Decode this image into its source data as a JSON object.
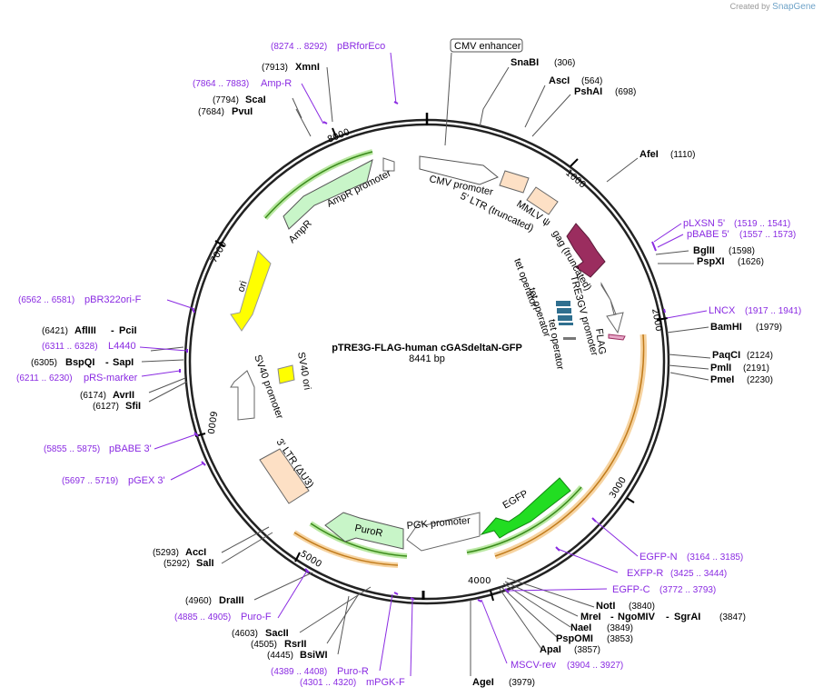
{
  "credit": {
    "created_by": "Created by",
    "app": "SnapGene"
  },
  "plasmid": {
    "name": "pTRE3G-FLAG-human cGASdeltaN-GFP",
    "size": "8441 bp"
  },
  "ticks": [
    "1000",
    "2000",
    "3000",
    "4000",
    "5000",
    "6000",
    "7000",
    "8000"
  ],
  "sites": [
    {
      "name": "SnaBI",
      "pos": "(306)"
    },
    {
      "name": "AscI",
      "pos": "(564)"
    },
    {
      "name": "PshAI",
      "pos": "(698)"
    },
    {
      "name": "AfeI",
      "pos": "(1110)"
    },
    {
      "name": "BglII",
      "pos": "(1598)"
    },
    {
      "name": "PspXI",
      "pos": "(1626)"
    },
    {
      "name": "BamHI",
      "pos": "(1979)"
    },
    {
      "name": "PaqCI",
      "pos": "(2124)"
    },
    {
      "name": "PmlI",
      "pos": "(2191)"
    },
    {
      "name": "PmeI",
      "pos": "(2230)"
    },
    {
      "name": "NotI",
      "pos": "(3840)"
    },
    {
      "name": "MreI",
      "pos": ""
    },
    {
      "name": "NgoMIV",
      "pos": ""
    },
    {
      "name": "SgrAI",
      "pos": "(3847)"
    },
    {
      "name": "NaeI",
      "pos": "(3849)"
    },
    {
      "name": "PspOMI",
      "pos": "(3853)"
    },
    {
      "name": "ApaI",
      "pos": "(3857)"
    },
    {
      "name": "AgeI",
      "pos": "(3979)"
    },
    {
      "name": "BsiWI",
      "pos": "(4445)"
    },
    {
      "name": "RsrII",
      "pos": "(4505)"
    },
    {
      "name": "SacII",
      "pos": "(4603)"
    },
    {
      "name": "DraIII",
      "pos": "(4960)"
    },
    {
      "name": "SalI",
      "pos": "(5292)"
    },
    {
      "name": "AccI",
      "pos": "(5293)"
    },
    {
      "name": "SfiI",
      "pos": "(6127)"
    },
    {
      "name": "AvrII",
      "pos": "(6174)"
    },
    {
      "name": "BspQI",
      "pos": "(6305)"
    },
    {
      "name": "SapI",
      "pos": ""
    },
    {
      "name": "AflIII",
      "pos": "(6421)"
    },
    {
      "name": "PciI",
      "pos": ""
    },
    {
      "name": "PvuI",
      "pos": "(7684)"
    },
    {
      "name": "ScaI",
      "pos": "(7794)"
    },
    {
      "name": "XmnI",
      "pos": "(7913)"
    }
  ],
  "primers": [
    {
      "name": "pBRforEco",
      "range": "(8274 .. 8292)"
    },
    {
      "name": "Amp-R",
      "range": "(7864 .. 7883)"
    },
    {
      "name": "pLXSN 5'",
      "range": "(1519 .. 1541)"
    },
    {
      "name": "pBABE 5'",
      "range": "(1557 .. 1573)"
    },
    {
      "name": "LNCX",
      "range": "(1917 .. 1941)"
    },
    {
      "name": "EGFP-N",
      "range": "(3164 .. 3185)"
    },
    {
      "name": "EXFP-R",
      "range": "(3425 .. 3444)"
    },
    {
      "name": "EGFP-C",
      "range": "(3772 .. 3793)"
    },
    {
      "name": "MSCV-rev",
      "range": "(3904 .. 3927)"
    },
    {
      "name": "Puro-R",
      "range": "(4389 .. 4408)"
    },
    {
      "name": "mPGK-F",
      "range": "(4301 .. 4320)"
    },
    {
      "name": "Puro-F",
      "range": "(4885 .. 4905)"
    },
    {
      "name": "pGEX 3'",
      "range": "(5697 .. 5719)"
    },
    {
      "name": "pBABE 3'",
      "range": "(5855 .. 5875)"
    },
    {
      "name": "pRS-marker",
      "range": "(6211 .. 6230)"
    },
    {
      "name": "L4440",
      "range": "(6311 .. 6328)"
    },
    {
      "name": "pBR322ori-F",
      "range": "(6562 .. 6581)"
    }
  ],
  "features": {
    "cmv_enhancer": "CMV enhancer",
    "cmv_promoter": "CMV promoter",
    "ltr5": "5' LTR (truncated)",
    "mmlv": "MMLV ψ",
    "gag": "gag (truncated)",
    "tre3gv": "TRE3GV promoter",
    "tetop1": "tet operator",
    "tetop2": "tet operator",
    "tetop3": "tet operator",
    "flag": "FLAG",
    "egfp": "EGFP",
    "pgk": "PGK promoter",
    "puror": "PuroR",
    "ltr3": "3' LTR (ΔU3)",
    "sv40promoter": "SV40 promoter",
    "sv40ori": "SV40 ori",
    "ori": "ori",
    "ampr": "AmpR",
    "amprpromoter": "AmpR promoter"
  },
  "colors": {
    "primer": "#8a2be2",
    "egfp": "#22dd22",
    "gag": "#9b2d5f",
    "ori": "#ffff00",
    "ampr": "#c8f5c8",
    "ltr": "#fde0c5",
    "cds_highlight": "#f0b560"
  }
}
